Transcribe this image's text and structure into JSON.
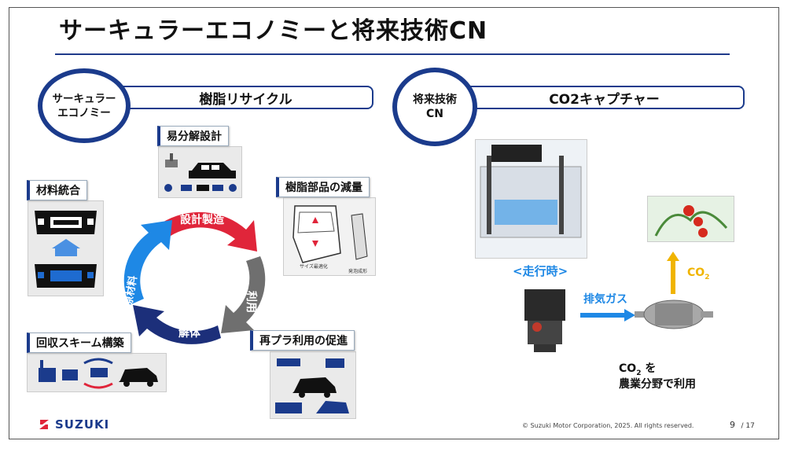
{
  "title": "サーキュラーエコノミーと将来技術CN",
  "left_section": {
    "circle_label": "サーキュラー\nエコノミー",
    "bar_label": "樹脂リサイクル",
    "items": [
      {
        "label": "易分解設計"
      },
      {
        "label": "材料統合"
      },
      {
        "label": "樹脂部品の減量"
      },
      {
        "label": "回収スキーム構築"
      },
      {
        "label": "再プラ利用の促進"
      }
    ],
    "door_caption_1": "サイズ最適化",
    "door_caption_2": "発泡成形",
    "cycle": {
      "top": "設計製造",
      "right": "利用",
      "bottom": "解体",
      "left_outer": "原材料",
      "left_inner": "リサイクル"
    }
  },
  "right_section": {
    "circle_label": "将来技術\nCN",
    "bar_label": "CO2キャプチャー",
    "running_label": "<走行時>",
    "exhaust_label": "排気ガス",
    "co2_label": "CO",
    "co2_sub": "2",
    "usage_line1_pre": "CO",
    "usage_line1_sub": "2",
    "usage_line1_post": " を",
    "usage_line2": "農業分野で利用"
  },
  "footer": {
    "brand": "SUZUKI",
    "copyright": "© Suzuki Motor Corporation, 2025. All rights reserved.",
    "page": "9",
    "total": "/ 17"
  },
  "colors": {
    "navy": "#1b3b8c",
    "red": "#e0253a",
    "blue": "#1e88e5",
    "gray": "#707070",
    "dark_navy": "#1c2f7a",
    "gold": "#f0b400"
  }
}
